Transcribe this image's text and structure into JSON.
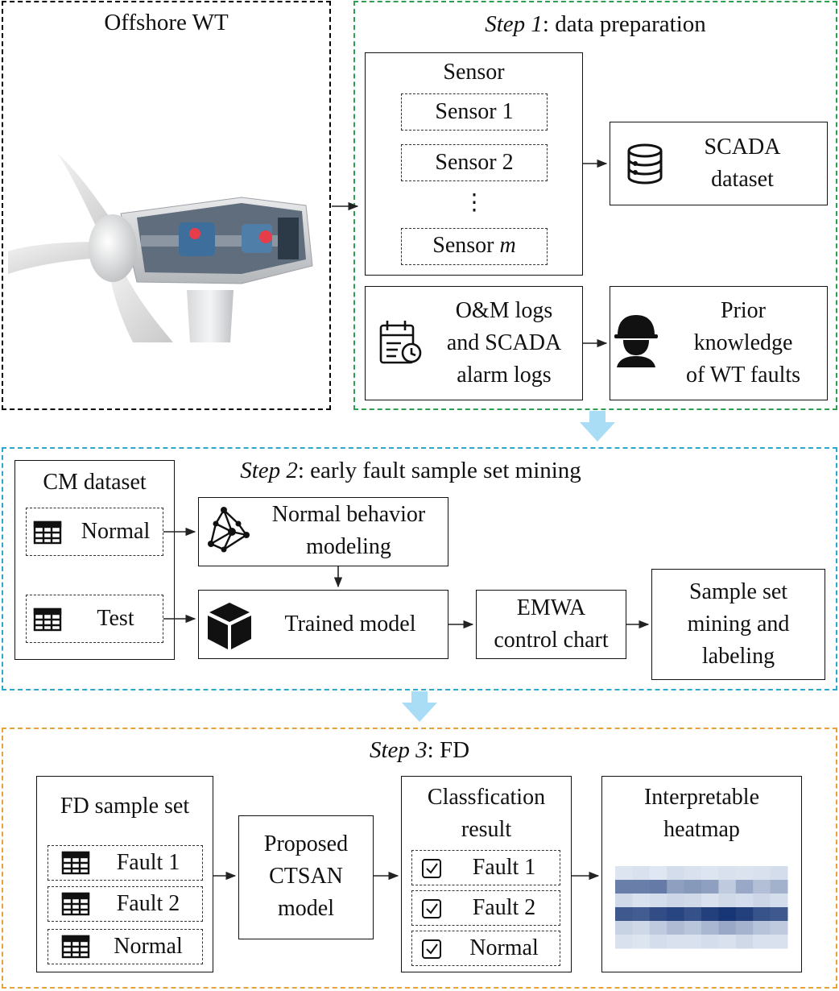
{
  "offshore": {
    "title": "Offshore WT"
  },
  "step1": {
    "title_step": "Step 1",
    "title_rest": ": data preparation",
    "sensor_group": "Sensor",
    "sensor1": "Sensor 1",
    "sensor2": "Sensor 2",
    "sensor_dots": "⋮",
    "sensorm_prefix": "Sensor ",
    "sensorm_var": "m",
    "scada_dataset": "SCADA\ndataset",
    "logs": "O&M logs\nand SCADA\nalarm logs",
    "prior": "Prior\nknowledge\nof WT faults"
  },
  "step2": {
    "title_step": "Step 2",
    "title_rest": ": early fault sample set mining",
    "cm_dataset": "CM dataset",
    "normal": "Normal",
    "test": "Test",
    "nbm": "Normal behavior\nmodeling",
    "trained": "Trained model",
    "emwa": "EMWA\ncontrol chart",
    "mining": "Sample set\nmining and\nlabeling"
  },
  "step3": {
    "title_step": "Step 3",
    "title_rest": ": FD",
    "fd_sample_set": "FD sample set",
    "fault1": "Fault 1",
    "fault2": "Fault 2",
    "normal": "Normal",
    "proposed": "Proposed\nCTSAN\nmodel",
    "classification": "Classfication\nresult",
    "res_fault1": "Fault 1",
    "res_fault2": "Fault 2",
    "res_normal": "Normal",
    "heatmap": "Interpretable\nheatmap"
  },
  "colors": {
    "offshore_border": "#000000",
    "step1_border": "#2f9e53",
    "step2_border": "#2ca8cc",
    "step3_border": "#e8a23c",
    "flow_arrow": "#a9dcf5"
  },
  "heatmap_data": {
    "rows": [
      [
        0.08,
        0.1,
        0.07,
        0.12,
        0.1,
        0.08,
        0.1,
        0.09,
        0.1,
        0.12
      ],
      [
        0.62,
        0.62,
        0.64,
        0.45,
        0.48,
        0.45,
        0.22,
        0.4,
        0.28,
        0.35
      ],
      [
        0.14,
        0.1,
        0.12,
        0.16,
        0.14,
        0.1,
        0.14,
        0.12,
        0.16,
        0.12
      ],
      [
        0.82,
        0.8,
        0.88,
        0.92,
        0.86,
        0.95,
        1.0,
        0.95,
        0.85,
        0.82
      ],
      [
        0.18,
        0.15,
        0.22,
        0.3,
        0.25,
        0.32,
        0.4,
        0.34,
        0.26,
        0.22
      ],
      [
        0.1,
        0.08,
        0.12,
        0.1,
        0.1,
        0.12,
        0.1,
        0.14,
        0.1,
        0.1
      ]
    ]
  }
}
